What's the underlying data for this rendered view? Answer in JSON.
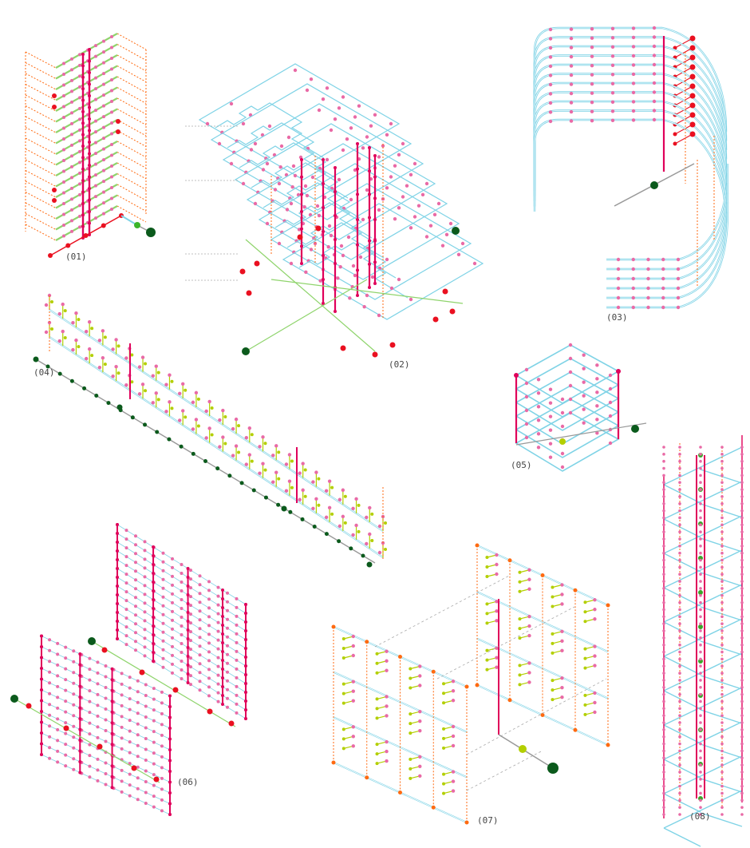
{
  "labels": [
    "(01)",
    "(02)",
    "(03)",
    "(04)",
    "(05)",
    "(06)",
    "(07)",
    "(08)"
  ],
  "colors": {
    "link": "#7fd3e6",
    "dashed": "#ff6a10",
    "spine": "#e0005a",
    "node": "#e96aa6",
    "green_link": "#8fd46c",
    "root": "#0b5a1c",
    "red_node": "#ea1020",
    "lime": "#b3cf00",
    "gray": "#999999"
  }
}
